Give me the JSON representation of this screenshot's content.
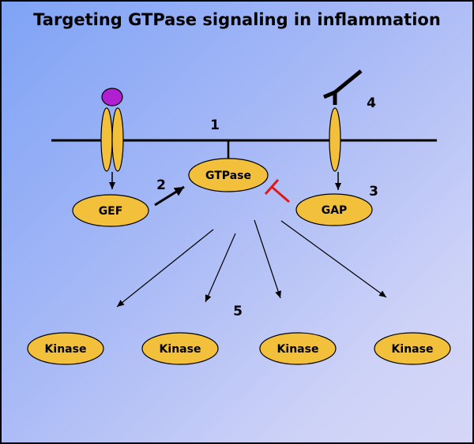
{
  "title": "Targeting GTPase signaling in inflammation",
  "labels": {
    "gef": "GEF",
    "gtpase": "GTPase",
    "gap": "GAP",
    "kinase_1": "Kinase",
    "kinase_2": "Kinase",
    "kinase_3": "Kinase",
    "kinase_4": "Kinase"
  },
  "step_numbers": {
    "membrane": "1",
    "gef_activation": "2",
    "gap_inhibition": "3",
    "antibody": "4",
    "kinases": "5"
  },
  "colors": {
    "node_fill": "#f2c03a",
    "node_stroke": "#000000",
    "ligand": "#b020d0",
    "inhibition": "#e01818",
    "background_start": "#7fa3f5",
    "background_end": "#d6d7f7"
  }
}
